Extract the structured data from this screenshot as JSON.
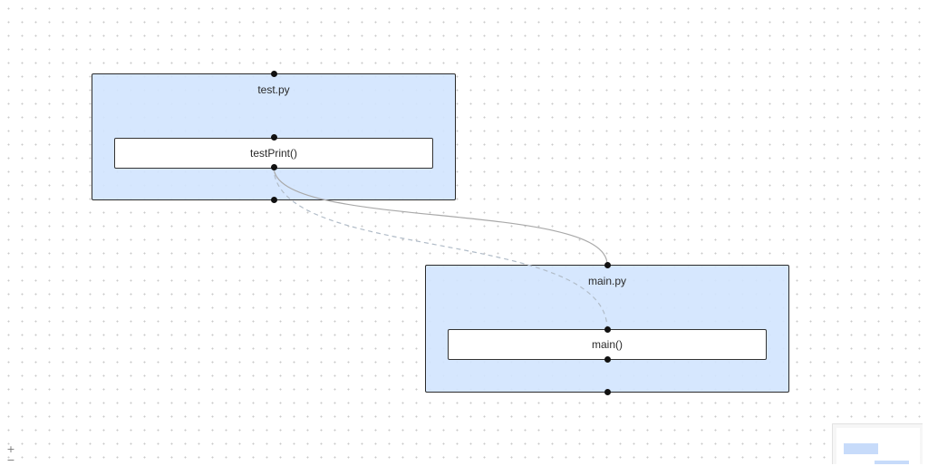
{
  "nodes": {
    "test_py": {
      "title": "test.py",
      "functions": [
        {
          "label": "testPrint()"
        }
      ]
    },
    "main_py": {
      "title": "main.py",
      "functions": [
        {
          "label": "main()"
        }
      ]
    }
  },
  "edges": [
    {
      "from": "main.py",
      "to": "testPrint()",
      "style": "solid"
    },
    {
      "from": "main()",
      "to": "testPrint()",
      "style": "dashed"
    }
  ],
  "controls": {
    "zoom_in": "+",
    "zoom_out": "−"
  },
  "colors": {
    "group_fill": "#d2e5fe",
    "node_border": "#2b2b2b",
    "edge_solid": "#a9a9a9",
    "edge_dashed": "#b1bcc8",
    "handle": "#111111",
    "minimap_node": "#c7dbfa"
  }
}
